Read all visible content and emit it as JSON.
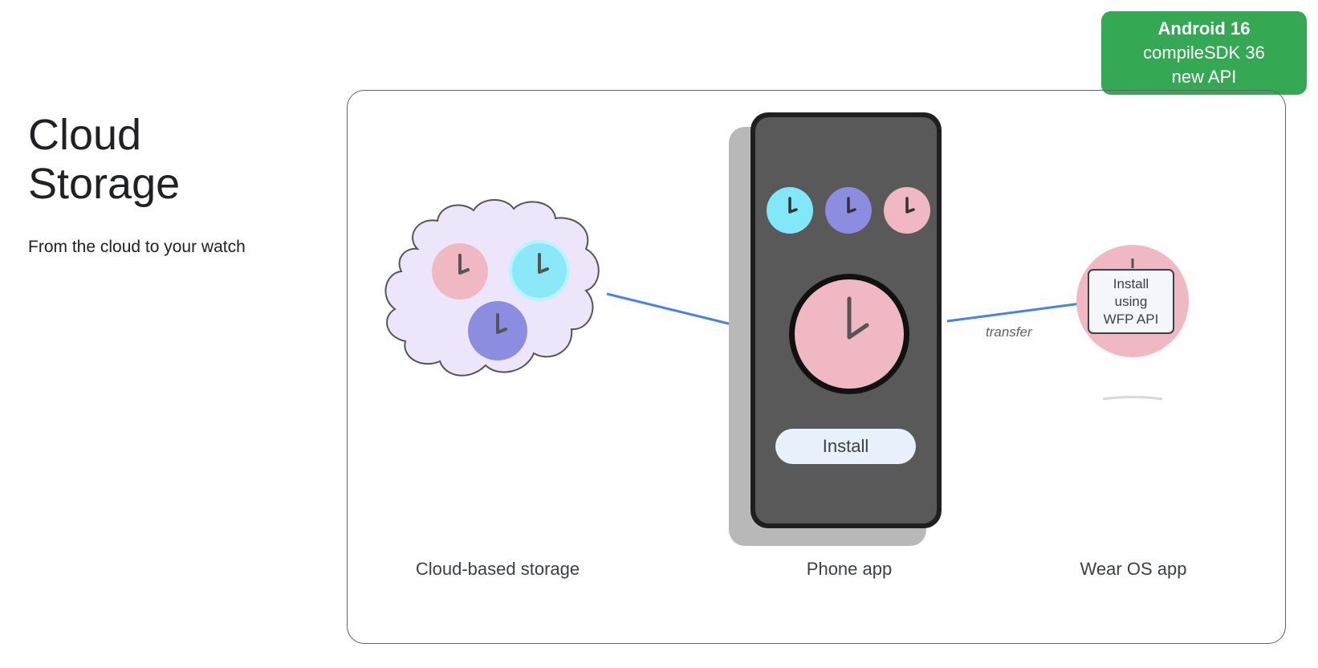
{
  "slide": {
    "title": "Cloud\nStorage",
    "subtitle": "From the cloud to your watch"
  },
  "badge": {
    "line1": "Android 16",
    "line2": "compileSDK 36",
    "line3": "new API",
    "color": "#34a853"
  },
  "diagram": {
    "cloud_caption": "Cloud-based storage",
    "phone_caption": "Phone app",
    "watch_caption": "Wear OS app",
    "install_label": "Install",
    "transfer_label": "transfer",
    "wfp_line1": "Install",
    "wfp_line2": "using",
    "wfp_line3": "WFP API"
  },
  "colors": {
    "arrow": "#4a7ff0",
    "watchface_pink": "#f0b8c2",
    "watchface_cyan": "#80e8f8",
    "watchface_purple": "#8c8ce0",
    "cloud_fill": "#ede6fb",
    "phone_body": "#595959"
  },
  "icons": [
    "clock-icon",
    "arrow-icon",
    "cloud-icon",
    "phone-icon",
    "watch-icon"
  ]
}
